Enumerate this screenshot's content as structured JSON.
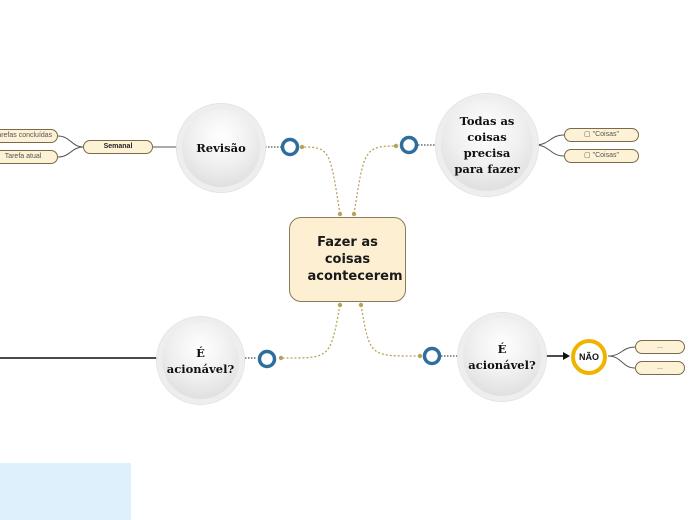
{
  "center": {
    "label": "Fazer as coisas acontecerem"
  },
  "nodes": {
    "revisao": {
      "label": "Revisão"
    },
    "todas": {
      "label": "Todas as coisas precisa para fazer"
    },
    "acionavel_left": {
      "label": "É acionável?"
    },
    "acionavel_right": {
      "label": "É acionável?"
    },
    "nao": {
      "label": "NÃO"
    }
  },
  "leaves": {
    "semanal": "Semanal",
    "tarefas_concluidas": "Tarefas concluídas",
    "tarefa_atual": "Tarefa atual",
    "coisas_1": "▢ \"Coisas\"",
    "coisas_2": "▢ \"Coisas\"",
    "ellipsis_1": "...",
    "ellipsis_2": "..."
  },
  "colors": {
    "connector_blue": "#2e6e9e",
    "dotted_gold": "#b7a45a",
    "nao_ring": "#f0b400",
    "center_fill": "#fcefd2",
    "panel": "#dff0fd"
  }
}
